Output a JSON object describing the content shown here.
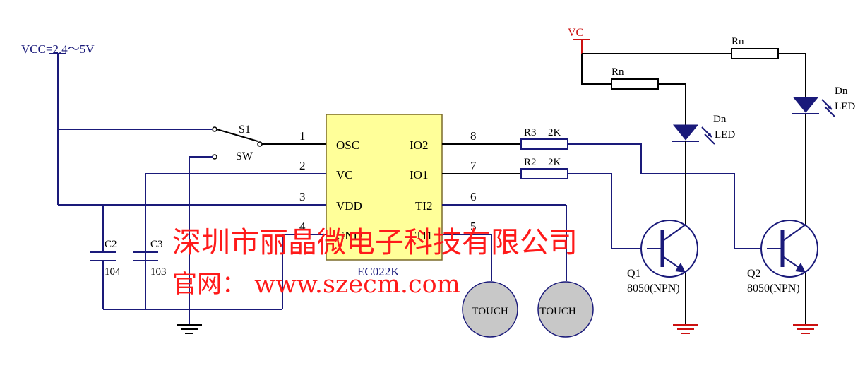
{
  "power": {
    "vcc_label": "VCC=2.4～5V",
    "vc_label": "VC"
  },
  "switch": {
    "ref": "S1",
    "type": "SW"
  },
  "chip": {
    "part": "EC022K",
    "pin_numbers": [
      "1",
      "2",
      "3",
      "4",
      "8",
      "7",
      "6",
      "5"
    ],
    "pin_names": [
      "OSC",
      "VC",
      "VDD",
      "GND",
      "IO2",
      "IO1",
      "TI2",
      "TI1"
    ]
  },
  "capacitors": [
    {
      "ref": "C2",
      "value": "104"
    },
    {
      "ref": "C3",
      "value": "103"
    }
  ],
  "resistors": [
    {
      "ref": "R3",
      "value": "2K"
    },
    {
      "ref": "R2",
      "value": "2K"
    },
    {
      "ref": "Rn",
      "value": ""
    },
    {
      "ref": "Rn",
      "value": ""
    }
  ],
  "leds": [
    {
      "ref": "Dn",
      "type": "LED"
    },
    {
      "ref": "Dn",
      "type": "LED"
    }
  ],
  "transistors": [
    {
      "ref": "Q1",
      "type": "8050(NPN)"
    },
    {
      "ref": "Q2",
      "type": "8050(NPN)"
    }
  ],
  "touch_pads": [
    "TOUCH",
    "TOUCH"
  ],
  "watermark": {
    "line1": "深圳市丽晶微电子科技有限公司",
    "line2": "官网： www.szecm.com",
    "color": "#ff1a1a"
  },
  "colors": {
    "wire": "#1a1a7a",
    "chip_fill": "#ffff99",
    "touch_fill": "#c8c8c8",
    "power_red": "#cc1111"
  }
}
